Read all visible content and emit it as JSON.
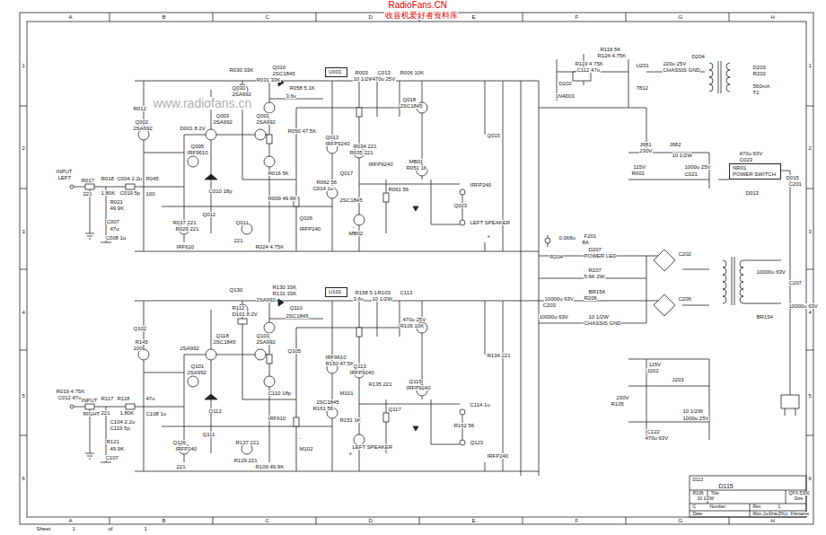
{
  "diagram": {
    "nodes": [
      {
        "text": [
          "U001"
        ]
      },
      {
        "text": [
          "U101"
        ]
      },
      {
        "text": [
          "NR01",
          "POWER SWITCH"
        ]
      }
    ],
    "labels": [
      "A",
      "B",
      "C",
      "D",
      "E",
      "F",
      "G",
      "H",
      "A",
      "B",
      "C",
      "D",
      "E",
      "F",
      "G",
      "H",
      "1",
      "2",
      "3",
      "4",
      "5",
      "6",
      "1",
      "2",
      "3",
      "4",
      "5",
      "6",
      "RadioFans.CN",
      "收音机爱好者资料库",
      "www.radiofans.cn",
      "INPUT",
      "LEFT",
      "R017",
      "221",
      "R018",
      "1.80K",
      "C004 2.2u",
      "C019 5p",
      "R021",
      "49.9K",
      "C007",
      "47u",
      "C008 1u",
      "R045",
      "100",
      "Q002",
      "2SA992",
      "R012",
      "D001 8.2V",
      "Q030",
      "2SA992",
      "R030 33K",
      "R031 33K",
      "Q010",
      "2SC1845",
      "R058 5.1K",
      "3.6v",
      "R003",
      "10 1/2W",
      "C013",
      "470u 25V",
      "R006 10K",
      "Q018",
      "2SC1845",
      "Q003",
      "2SA992",
      "Q001",
      "2SA992",
      "Q005",
      "IRF9610",
      "R050 47.5K",
      "Q013",
      "IRFP9240",
      "R034 221",
      "R035 221",
      "Q015",
      "IRFP9240",
      "MB01",
      "R051 1K",
      "Q017",
      "2SC1845",
      "R061 56",
      "R062 56",
      "C014 1u",
      "Q023",
      "IRFP240",
      "LEFT SPEAKER",
      "+",
      "-",
      "MB02",
      "Q026",
      "IRFP240",
      "R037 221",
      "R029 221",
      "Q011",
      "221",
      "Q012",
      "IRF610",
      "C010 18p",
      "R009 49.9K",
      "R016 5K",
      "R024 4.75K",
      "R019 4.75K",
      "C012 47u",
      "INPUT",
      "RIGHT",
      "R117",
      "221",
      "R118",
      "1.80K",
      "C104 2.2u",
      "C119 5p",
      "R121",
      "49.9K",
      "C107",
      "47u",
      "C108 1u",
      "R145",
      "100",
      "Q102",
      "2SA992",
      "R112",
      "D101 8.2V",
      "Q130",
      "2SA992",
      "R130 33K",
      "R131 33K",
      "Q110",
      "2SC1845",
      "R158 5.1K",
      "3.6v",
      "R103",
      "10 1/2W",
      "C113",
      "470u 25V",
      "R106 10K",
      "Q118",
      "2SC1845",
      "Q103",
      "2SA992",
      "Q101",
      "2SA992",
      "Q105",
      "IRF9610",
      "R150 47.5K",
      "Q113",
      "IRFP9240",
      "R134 221",
      "R135 221",
      "Q115",
      "IRFP9240",
      "M101",
      "R151 1K",
      "Q117",
      "2SC1845",
      "R161 56",
      "R162 56",
      "C114 1u",
      "Q123",
      "IRFP240",
      "LEFT SPEAKER",
      "+",
      "-",
      "M102",
      "Q126",
      "IRFP240",
      "R137 221",
      "R129 221",
      "Q111",
      "221",
      "Q112",
      "IRF610",
      "C110 18p",
      "R109 49.9K",
      "R116 5K",
      "R124 4.75K",
      "R119 4.75K",
      "C112 47u",
      "D202",
      "1N4003",
      "U201",
      "7812",
      "220u 25V",
      "CHASSIS GND",
      "D204",
      "D203",
      "R202",
      "560mA",
      "T2",
      "J681",
      "230V",
      "J682",
      "115V",
      "R001",
      "10 1/2W",
      "1000u 25V",
      "C021",
      "470u 63V",
      "C023",
      "D013",
      "D015",
      "C201",
      "0.068u",
      "R204",
      "F201",
      "8A",
      "D207",
      "POWER LED",
      "R207",
      "5.6K 2W",
      "C202",
      "10000u 63V",
      "C203",
      "10000u 63V",
      "BR154",
      "R206",
      "10 1/2W",
      "CHASSIS GND",
      "C206",
      "10000u 63V",
      "C207",
      "10000u 63V",
      "BR154",
      "115V",
      "J202",
      "J203",
      "230V",
      "R105",
      "10 1/2W",
      "1000u 25V",
      "C122",
      "470u 63V",
      "D113",
      "D115",
      "R106",
      "10 1/2W",
      "Title",
      "QFX-5300",
      "Size",
      "C",
      "Number",
      "Rev",
      "1",
      "Date",
      "Mon Jun 05 2006",
      "Drawn by",
      "ZhU",
      "Filename",
      "Sheet",
      "1",
      "of",
      "1"
    ]
  }
}
